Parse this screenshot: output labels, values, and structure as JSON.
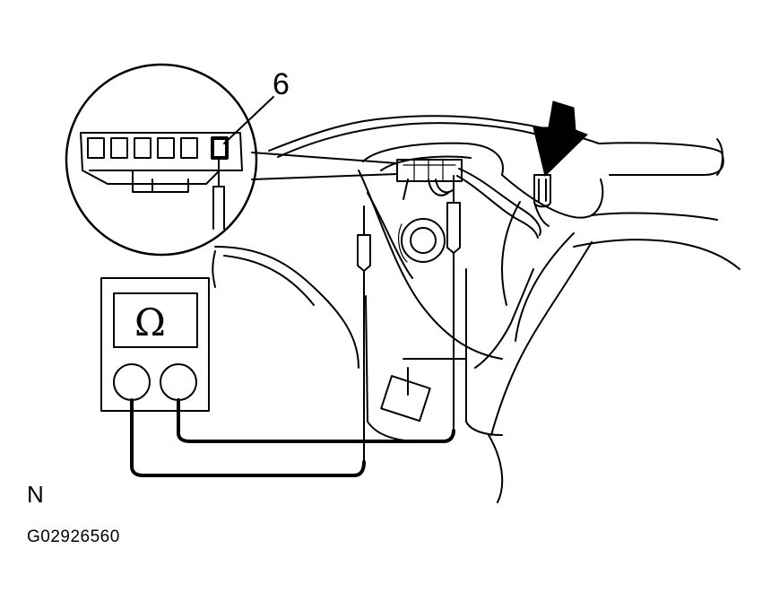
{
  "figure": {
    "callout_number": "6",
    "meter_symbol": "Ω",
    "view_letter": "N",
    "figure_code": "G02926560"
  },
  "icons": {
    "meter": "ohmmeter-icon",
    "arrow": "down-arrow-icon"
  },
  "colors": {
    "ink": "#000000",
    "background": "#ffffff"
  }
}
